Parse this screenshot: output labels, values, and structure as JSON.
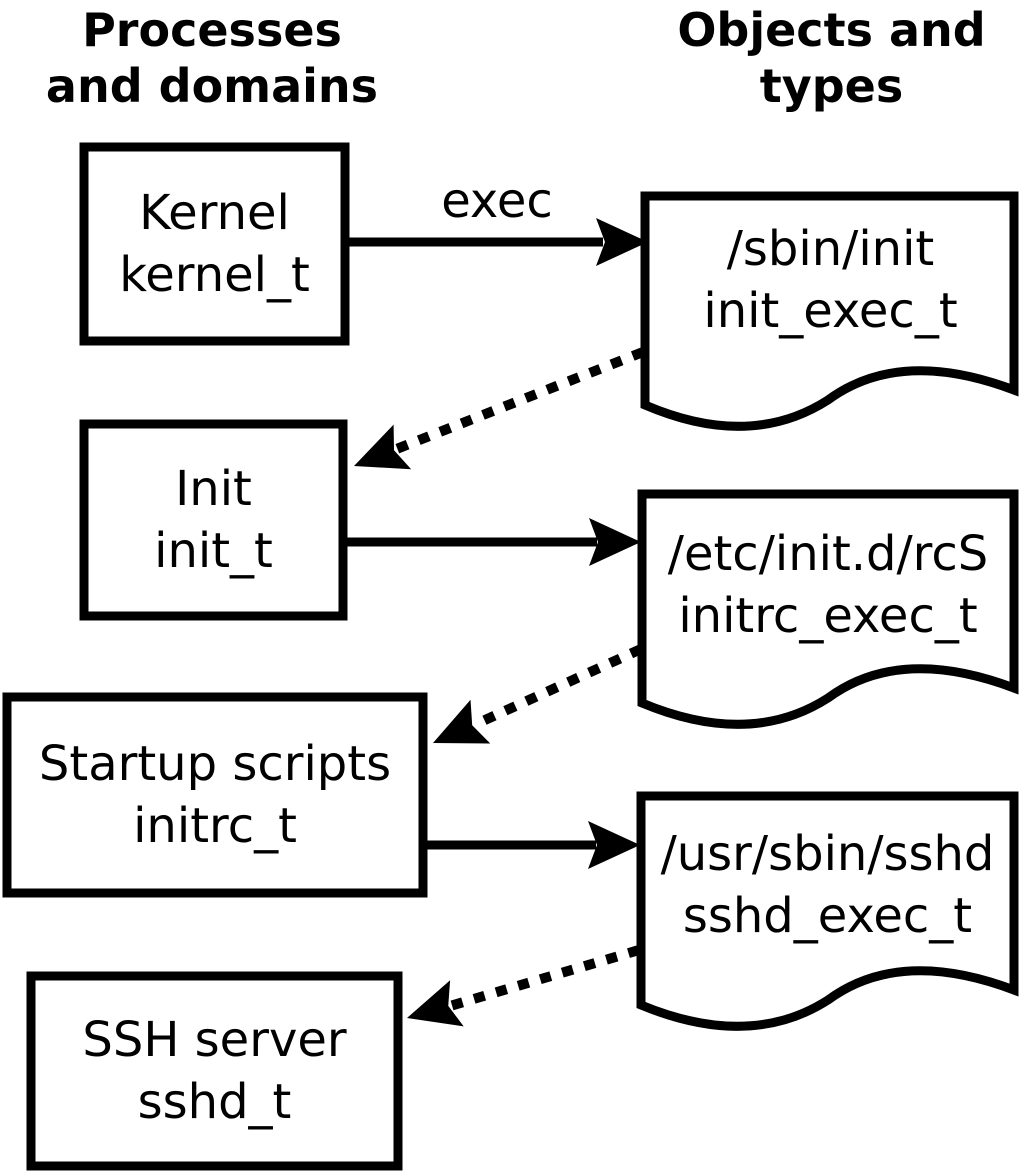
{
  "diagram": {
    "title_left": {
      "line1": "Processes",
      "line2": "and domains"
    },
    "title_right": {
      "line1": "Objects and",
      "line2": "types"
    },
    "edge_label_exec": "exec",
    "processes": [
      {
        "label": "Kernel",
        "type": "kernel_t"
      },
      {
        "label": "Init",
        "type": "init_t"
      },
      {
        "label": "Startup scripts",
        "type": "initrc_t"
      },
      {
        "label": "SSH server",
        "type": "sshd_t"
      }
    ],
    "objects": [
      {
        "path": "/sbin/init",
        "type": "init_exec_t"
      },
      {
        "path": "/etc/init.d/rcS",
        "type": "initrc_exec_t"
      },
      {
        "path": "/usr/sbin/sshd",
        "type": "sshd_exec_t"
      }
    ],
    "colors": {
      "line": "#000000",
      "background": "#ffffff"
    }
  }
}
